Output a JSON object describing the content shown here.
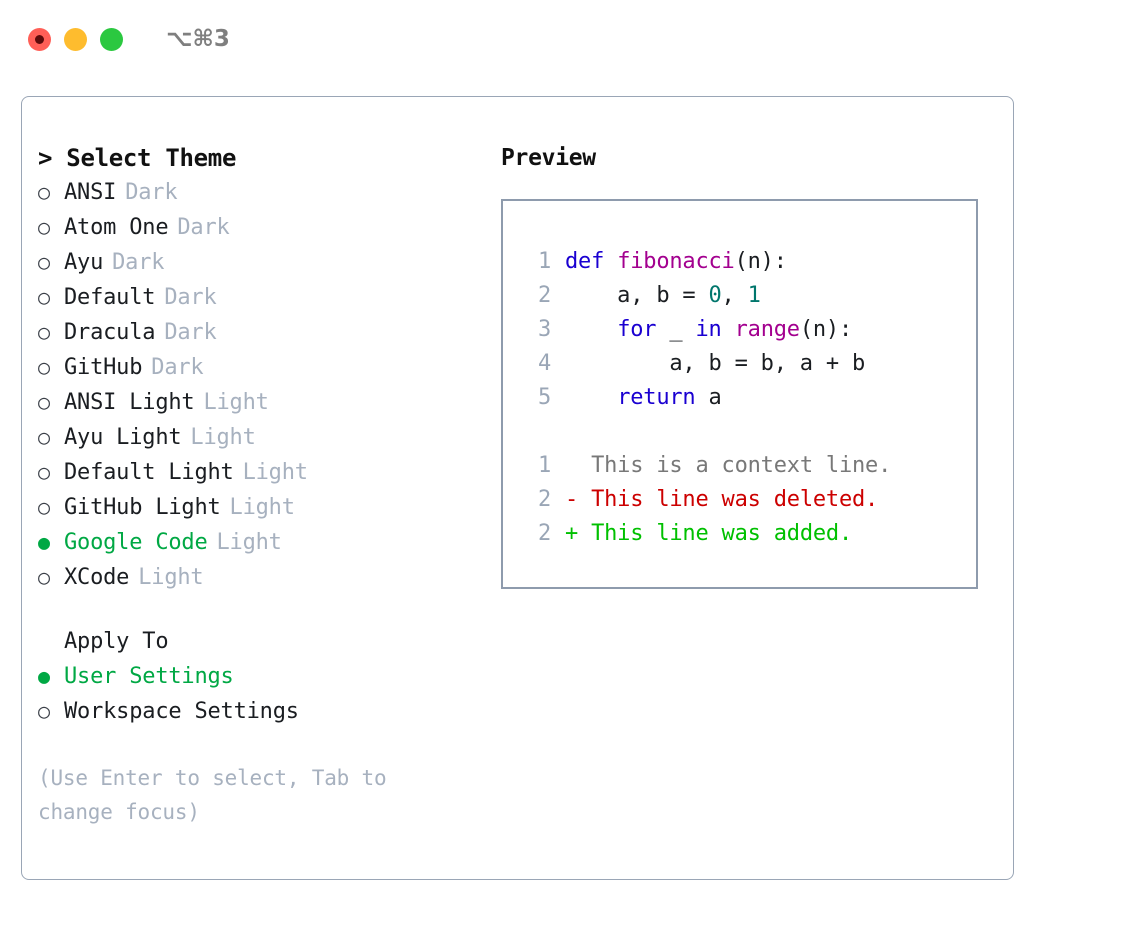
{
  "window": {
    "traffic_lights": [
      "close",
      "minimize",
      "zoom"
    ],
    "shortcut_label": "⌥⌘3",
    "accent_green": "#00a844",
    "border_color": "#9aa6b6"
  },
  "theme_picker": {
    "header": "> Select Theme",
    "prompt_marker": ">",
    "bullet_selected": "●",
    "bullet_unselected": "○",
    "variant_color": "#a7b1bf",
    "options": [
      {
        "name": "ANSI",
        "variant": "Dark",
        "selected": false
      },
      {
        "name": "Atom One",
        "variant": "Dark",
        "selected": false
      },
      {
        "name": "Ayu",
        "variant": "Dark",
        "selected": false
      },
      {
        "name": "Default",
        "variant": "Dark",
        "selected": false
      },
      {
        "name": "Dracula",
        "variant": "Dark",
        "selected": false
      },
      {
        "name": "GitHub",
        "variant": "Dark",
        "selected": false
      },
      {
        "name": "ANSI Light",
        "variant": "Light",
        "selected": false
      },
      {
        "name": "Ayu Light",
        "variant": "Light",
        "selected": false
      },
      {
        "name": "Default Light",
        "variant": "Light",
        "selected": false
      },
      {
        "name": "GitHub Light",
        "variant": "Light",
        "selected": false
      },
      {
        "name": "Google Code",
        "variant": "Light",
        "selected": true
      },
      {
        "name": "XCode",
        "variant": "Light",
        "selected": false
      }
    ]
  },
  "apply_to": {
    "header": "Apply To",
    "options": [
      {
        "name": "User Settings",
        "selected": true
      },
      {
        "name": "Workspace Settings",
        "selected": false
      }
    ]
  },
  "hint": {
    "text": "(Use Enter to select, Tab to change focus)"
  },
  "preview": {
    "header": "Preview",
    "code_lines": [
      {
        "lineno": "1",
        "tokens": [
          {
            "text": "def ",
            "type": "keyword"
          },
          {
            "text": "fibonacci",
            "type": "function"
          },
          {
            "text": "(n):",
            "type": "plain"
          }
        ]
      },
      {
        "lineno": "2",
        "tokens": [
          {
            "text": "    a, b = ",
            "type": "plain"
          },
          {
            "text": "0",
            "type": "number"
          },
          {
            "text": ", ",
            "type": "plain"
          },
          {
            "text": "1",
            "type": "number"
          }
        ]
      },
      {
        "lineno": "3",
        "tokens": [
          {
            "text": "    ",
            "type": "plain"
          },
          {
            "text": "for",
            "type": "keyword"
          },
          {
            "text": " _ ",
            "type": "plain"
          },
          {
            "text": "in",
            "type": "keyword"
          },
          {
            "text": " ",
            "type": "plain"
          },
          {
            "text": "range",
            "type": "function"
          },
          {
            "text": "(n):",
            "type": "plain"
          }
        ]
      },
      {
        "lineno": "4",
        "tokens": [
          {
            "text": "        a, b = b, a + b",
            "type": "plain"
          }
        ]
      },
      {
        "lineno": "5",
        "tokens": [
          {
            "text": "    ",
            "type": "plain"
          },
          {
            "text": "return",
            "type": "keyword"
          },
          {
            "text": " a",
            "type": "plain"
          }
        ]
      }
    ],
    "diff_lines": [
      {
        "lineno": "1",
        "marker": " ",
        "text": "This is a context line.",
        "kind": "context"
      },
      {
        "lineno": "2",
        "marker": "-",
        "text": "This line was deleted.",
        "kind": "deleted"
      },
      {
        "lineno": "2",
        "marker": "+",
        "text": "This line was added.",
        "kind": "added"
      }
    ],
    "colors": {
      "keyword": "#1a00d1",
      "function": "#a3008f",
      "number": "#00766c",
      "plain": "#1a1d21",
      "lineno": "#9aa6b6",
      "diff_context": "#787878",
      "diff_deleted": "#cc0000",
      "diff_added": "#00c000"
    }
  }
}
